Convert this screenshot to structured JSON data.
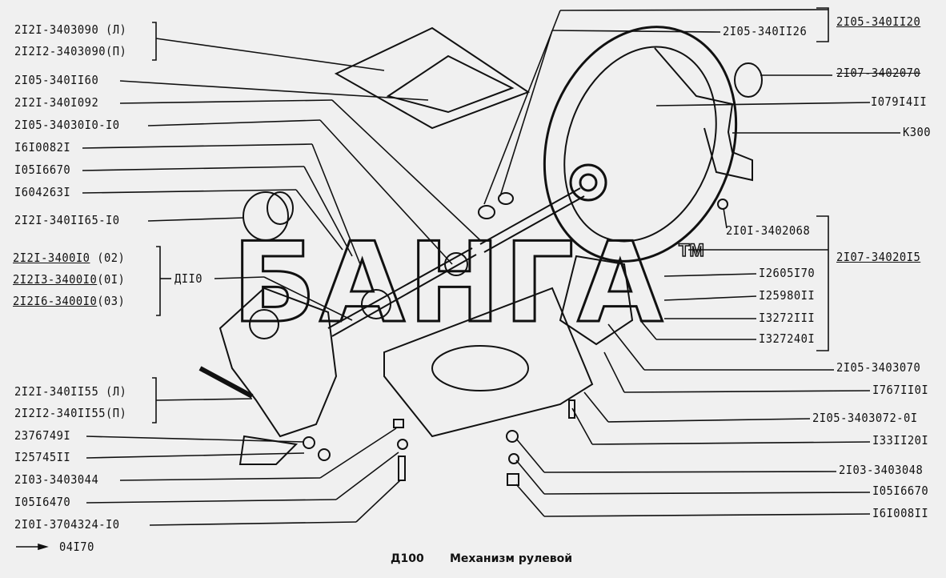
{
  "watermark": {
    "text": "БАНГА",
    "tm": "TM"
  },
  "left_labels": [
    "2I2I-3403090 (Л)",
    "2I2I2-3403090(П)",
    "2I05-340II60",
    "2I2I-340I092",
    "2I05-34030I0-I0",
    "I6I0082I",
    "I05I6670",
    "I604263I",
    "2I2I-340II65-I0",
    "2I2I-3400I0",
    "2I2I3-3400I0",
    "2I2I6-3400I0",
    "2I2I-340II55 (Л)",
    "2I2I2-340II55(П)",
    "2376749I",
    "I25745II",
    "2I03-3403044",
    "I05I6470",
    "2I0I-3704324-I0"
  ],
  "left_suffixes": [
    "(02)",
    "(0I)",
    "(03)"
  ],
  "group_label": "ДII0",
  "continuation": {
    "arrow": "→",
    "ref": "04I70"
  },
  "right_labels": [
    "2I05-340II26",
    "2I05-340II20",
    "2I07-3402070",
    "I079I4II",
    "К300",
    "2I0I-3402068",
    "2I07-34020I5",
    "I2605I70",
    "I25980II",
    "I3272III",
    "I327240I",
    "2I05-3403070",
    "I767II0I",
    "2I05-3403072-0I",
    "I33II20I",
    "2I03-3403048",
    "I05I6670",
    "I6I008II"
  ],
  "footer": {
    "code": "Д100",
    "title": "Механизм рулевой"
  }
}
